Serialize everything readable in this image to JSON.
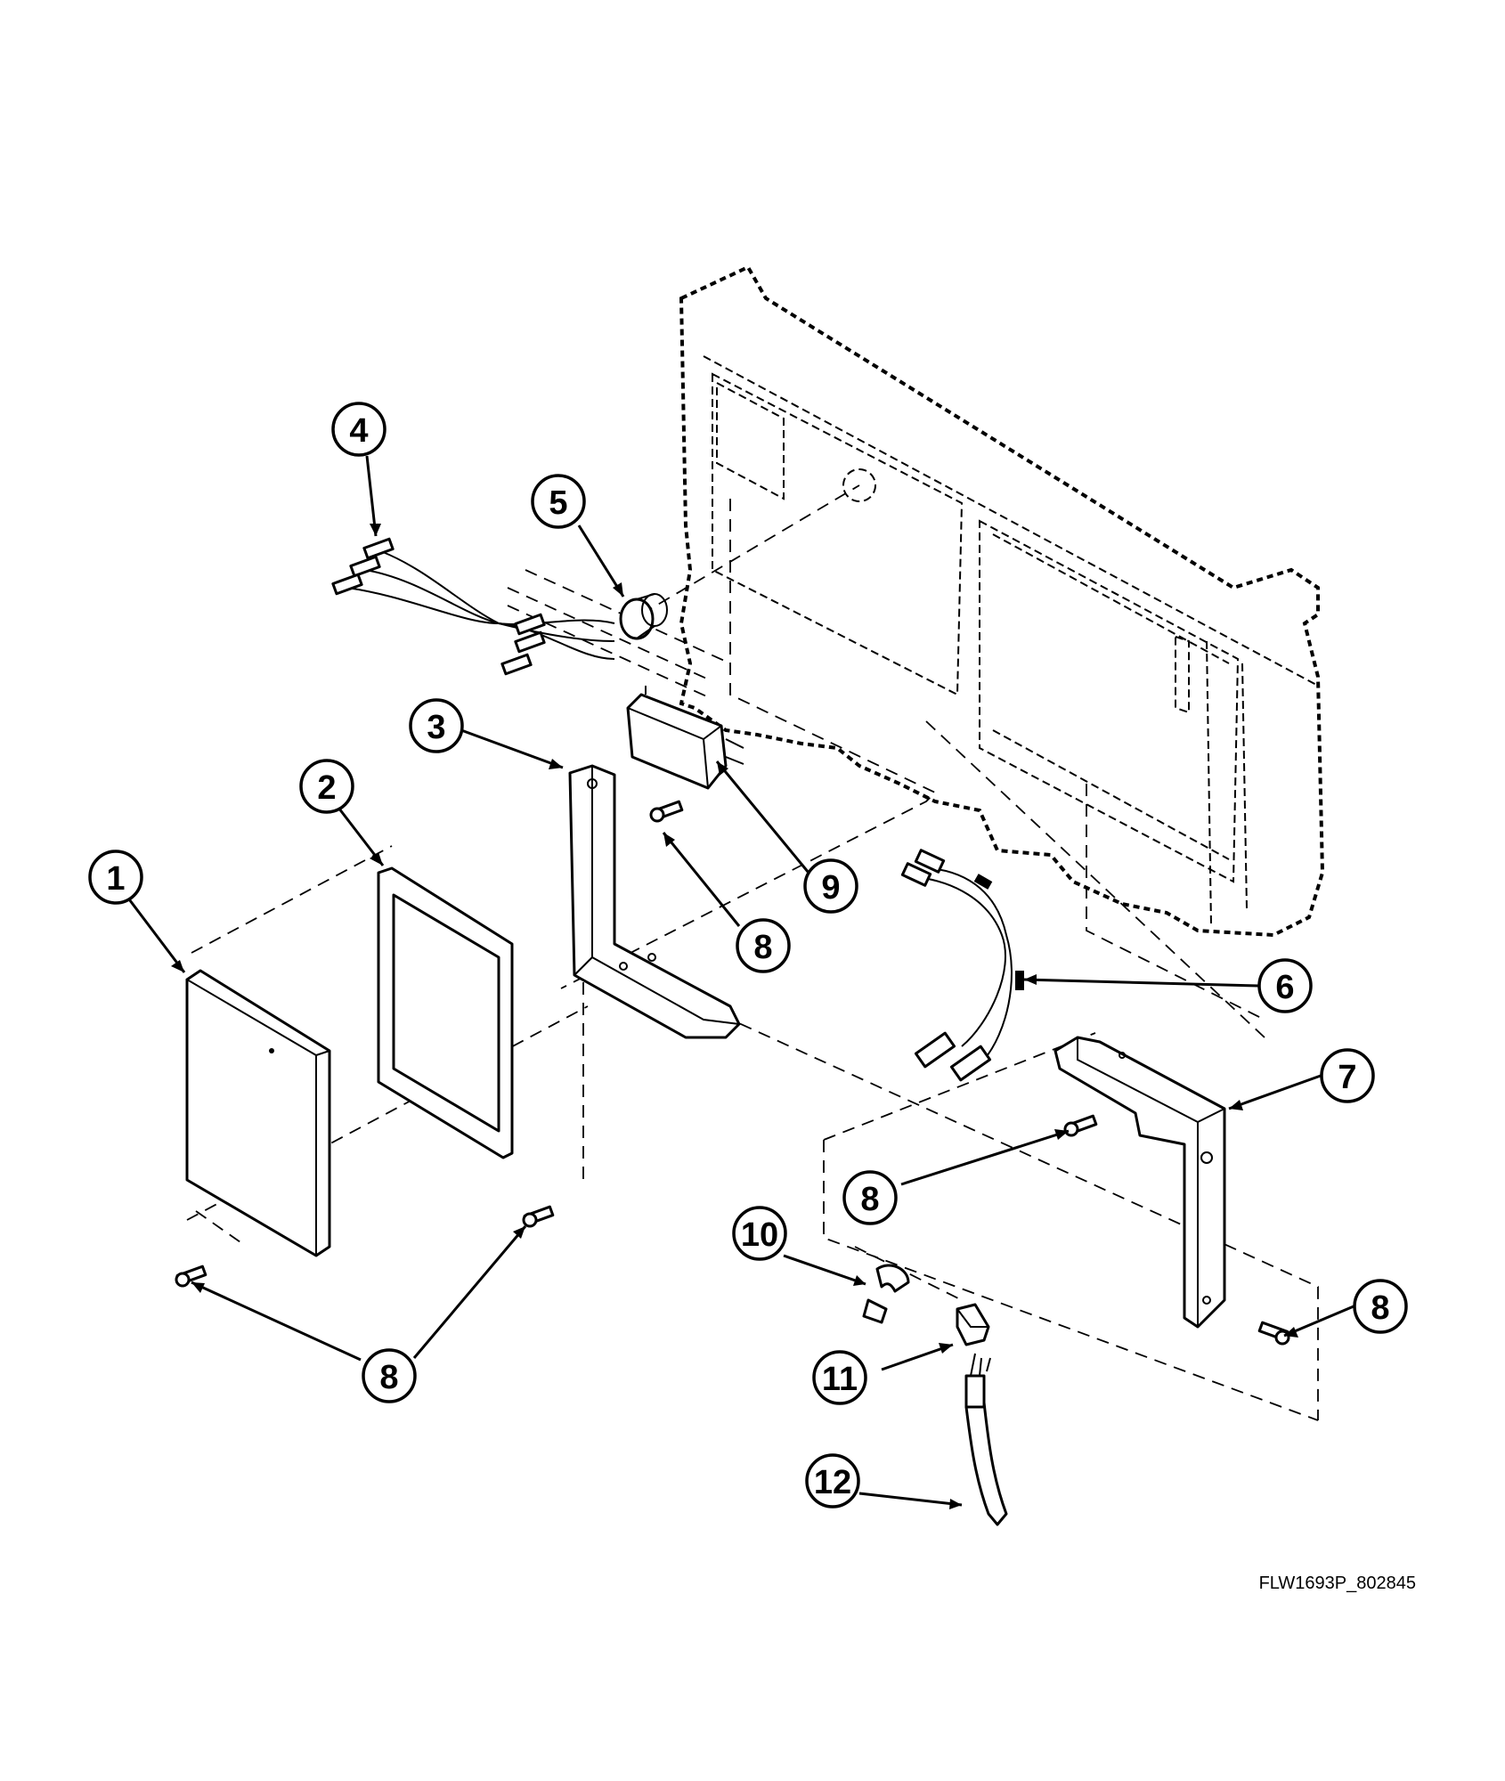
{
  "drawing_id": "FLW1693P_802845",
  "callouts": [
    {
      "label": "1"
    },
    {
      "label": "2"
    },
    {
      "label": "3"
    },
    {
      "label": "4"
    },
    {
      "label": "5"
    },
    {
      "label": "6"
    },
    {
      "label": "7"
    },
    {
      "label": "8"
    },
    {
      "label": "8"
    },
    {
      "label": "8"
    },
    {
      "label": "8"
    },
    {
      "label": "8"
    },
    {
      "label": "9"
    },
    {
      "label": "10"
    },
    {
      "label": "11"
    },
    {
      "label": "12"
    }
  ],
  "colors": {
    "line": "#000000",
    "background": "#ffffff"
  }
}
